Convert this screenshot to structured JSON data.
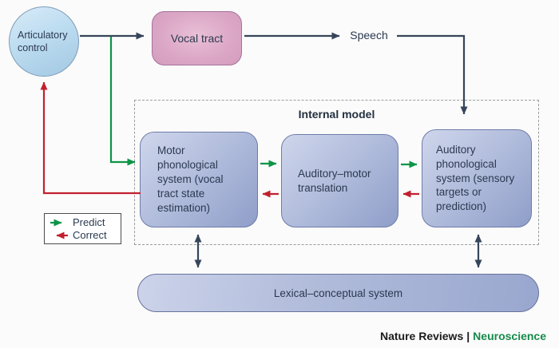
{
  "colors": {
    "background": "#fbfbfb",
    "dark_arrow": "#36455a",
    "predict_green": "#0c9447",
    "correct_red": "#c1202f",
    "articulatory_fill": "#bcdcf0",
    "vocal_tract_fill": "#dca8c7",
    "system_box_fill": "#aab6d8",
    "lexical_pill_fill": "#b0bbda",
    "text": "#2b3950",
    "footer_green": "#168a4a"
  },
  "nodes": {
    "articulatory_control": {
      "label": "Articulatory control"
    },
    "vocal_tract": {
      "label": "Vocal tract"
    },
    "speech": {
      "label": "Speech"
    },
    "motor_phonological": {
      "label": "Motor phonological system (vocal tract state estimation)"
    },
    "auditory_motor": {
      "label": "Auditory–motor translation"
    },
    "auditory_phonological": {
      "label": "Auditory phonological system (sensory targets or prediction)"
    },
    "lexical_conceptual": {
      "label": "Lexical–conceptual system"
    }
  },
  "internal_model": {
    "title": "Internal model"
  },
  "legend": {
    "predict": "Predict",
    "correct": "Correct"
  },
  "footer": {
    "brand": "Nature Reviews",
    "separator": "|",
    "journal": "Neuroscience"
  }
}
